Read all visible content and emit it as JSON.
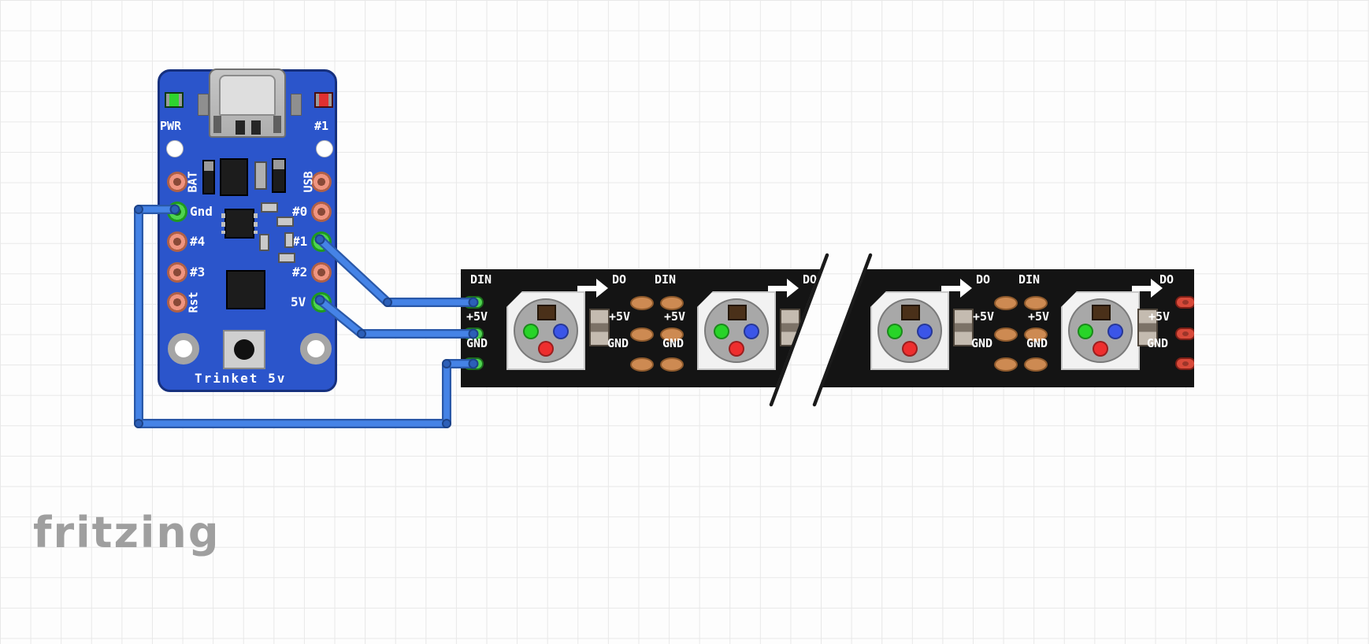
{
  "watermark": "fritzing",
  "trinket": {
    "board_name": "Trinket 5v",
    "top_labels": {
      "pwr": "PWR",
      "led1": "#1"
    },
    "pin_labels": {
      "bat": "BAT",
      "usb": "USB",
      "gnd": "Gnd",
      "p0": "#0",
      "p4": "#4",
      "p1": "#1",
      "p3": "#3",
      "p2": "#2",
      "rst": "Rst",
      "v5": "5V"
    }
  },
  "strip": {
    "labels": {
      "din": "DIN",
      "dout": "DO",
      "v5": "+5V",
      "gnd": "GND"
    },
    "visible_led_count": 4
  },
  "wires": [
    {
      "name": "data",
      "from": "Trinket #1",
      "to": "Strip DIN"
    },
    {
      "name": "power",
      "from": "Trinket 5V",
      "to": "Strip +5V"
    },
    {
      "name": "ground",
      "from": "Trinket Gnd",
      "to": "Strip GND"
    }
  ],
  "colors": {
    "board_blue": "#2b55cb",
    "strip_black": "#141414",
    "wire_blue": "#4583e6",
    "pad_green": "#4fd44f",
    "pad_red": "#d84a3a",
    "pad_copper": "#cd8a52"
  }
}
